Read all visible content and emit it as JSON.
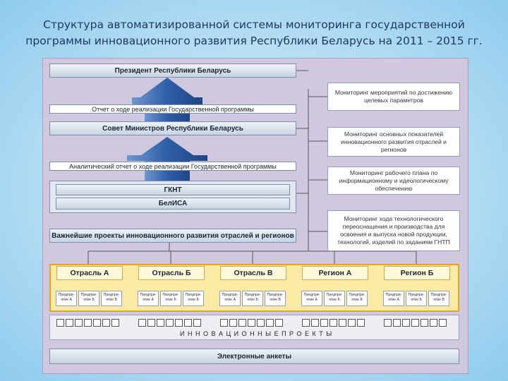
{
  "title": {
    "line1": "Структура автоматизированной системы мониторинга государственной",
    "line2": "программы инновационного развития Республики Беларусь на 2011 – 2015 гг."
  },
  "left": {
    "president": "Президент Республики Беларусь",
    "report": "Отчет о ходе реализации Государственной программы",
    "council": "Совет Министров Республики Беларусь",
    "analytic": "Аналитический отчет о ходе реализации Государственной программы",
    "gknt": "ГКНТ",
    "belisa": "БелИСА",
    "projects": "Важнейшие проекты инновационного развития отраслей и регионов"
  },
  "right": [
    "Мониторинг мероприятий по достижению целевых параметров",
    "Мониторинг основных показателей инновационного развития отраслей и регионов",
    "Мониторинг рабочего плана по информационному и идеологическому обеспечению",
    "Мониторинг хода технологического переоснащения и производства для освоения и выпуска новой продукции, технологий, изделий по заданиям ГНТП"
  ],
  "branches": [
    "Отрасль А",
    "Отрасль Б",
    "Отрасль В",
    "Регион А",
    "Регион Б"
  ],
  "subs": [
    [
      "Предпри-ятие А",
      "Предпри-ятие Б",
      "Предпри-ятие В"
    ],
    [
      "Предпри-ятие А",
      "Предпри-ятие Б",
      "Предпри-ятие В"
    ],
    [
      "Предпри-ятие А",
      "Предпри-ятие Б",
      "Предпри-ятие В"
    ],
    [
      "Предпри-ятие А",
      "Предпри-ятие Б",
      "Предпри-ятие В"
    ],
    [
      "Предпри-ятие А",
      "Предпри-ятие Б",
      "Предпри-ятие В"
    ]
  ],
  "innovation": "И Н Н О В А Ц И О Н Н Ы Е   П Р О Е К Т Ы",
  "surveys": "Электронные анкеты",
  "colors": {
    "arrow": "#2f5fa8",
    "panel": "#cfc8df",
    "yellow": "#fbe9a6",
    "title": "#1f3864"
  }
}
